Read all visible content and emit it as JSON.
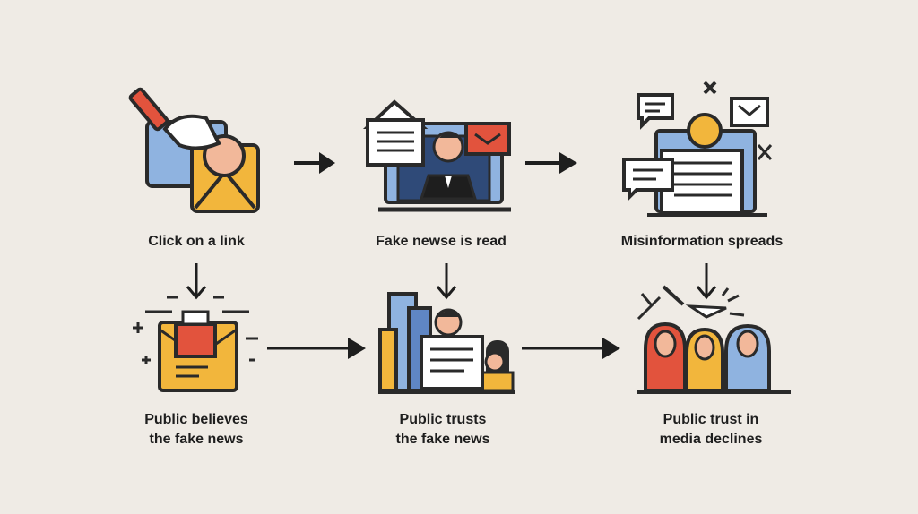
{
  "steps": [
    {
      "line1": "Click on a link",
      "line2": ""
    },
    {
      "line1": "Fake newse is read",
      "line2": ""
    },
    {
      "line1": "Misinformation spreads",
      "line2": ""
    },
    {
      "line1": "Public believes",
      "line2": "the fake news"
    },
    {
      "line1": "Public trusts",
      "line2": "the fake news"
    },
    {
      "line1": "Public trust in",
      "line2": "media declines"
    }
  ],
  "icons": [
    "hand-click-envelope-icon",
    "laptop-news-icon",
    "spreading-messages-icon",
    "ballot-box-icon",
    "city-newspaper-icon",
    "crowd-icon"
  ],
  "colors": {
    "background": "#efebe5",
    "outline": "#2a2a2a",
    "red": "#e2533d",
    "yellow": "#f2b63c",
    "blue": "#8fb3e0",
    "skin": "#f2b89a",
    "paper": "#ffffff"
  }
}
